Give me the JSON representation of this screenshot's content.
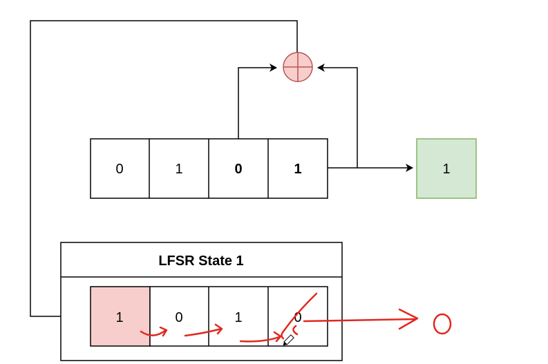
{
  "register": {
    "cells": [
      "0",
      "1",
      "0",
      "1"
    ],
    "bold": [
      false,
      false,
      true,
      true
    ]
  },
  "output_bit": "1",
  "state_panel": {
    "title": "LFSR State 1",
    "cells": [
      "1",
      "0",
      "1",
      "0"
    ],
    "new_bit_color": "#f8cecc"
  },
  "annotation": {
    "shifted_out": "0"
  },
  "colors": {
    "xor_fill": "#f8cecc",
    "xor_stroke": "#b85450",
    "output_fill": "#d5e8d4",
    "output_stroke": "#82b366",
    "ink": "#000000",
    "pen": "#e0281e"
  },
  "icons": {
    "xor": "xor-gate-icon",
    "cursor": "pencil-cursor-icon"
  }
}
